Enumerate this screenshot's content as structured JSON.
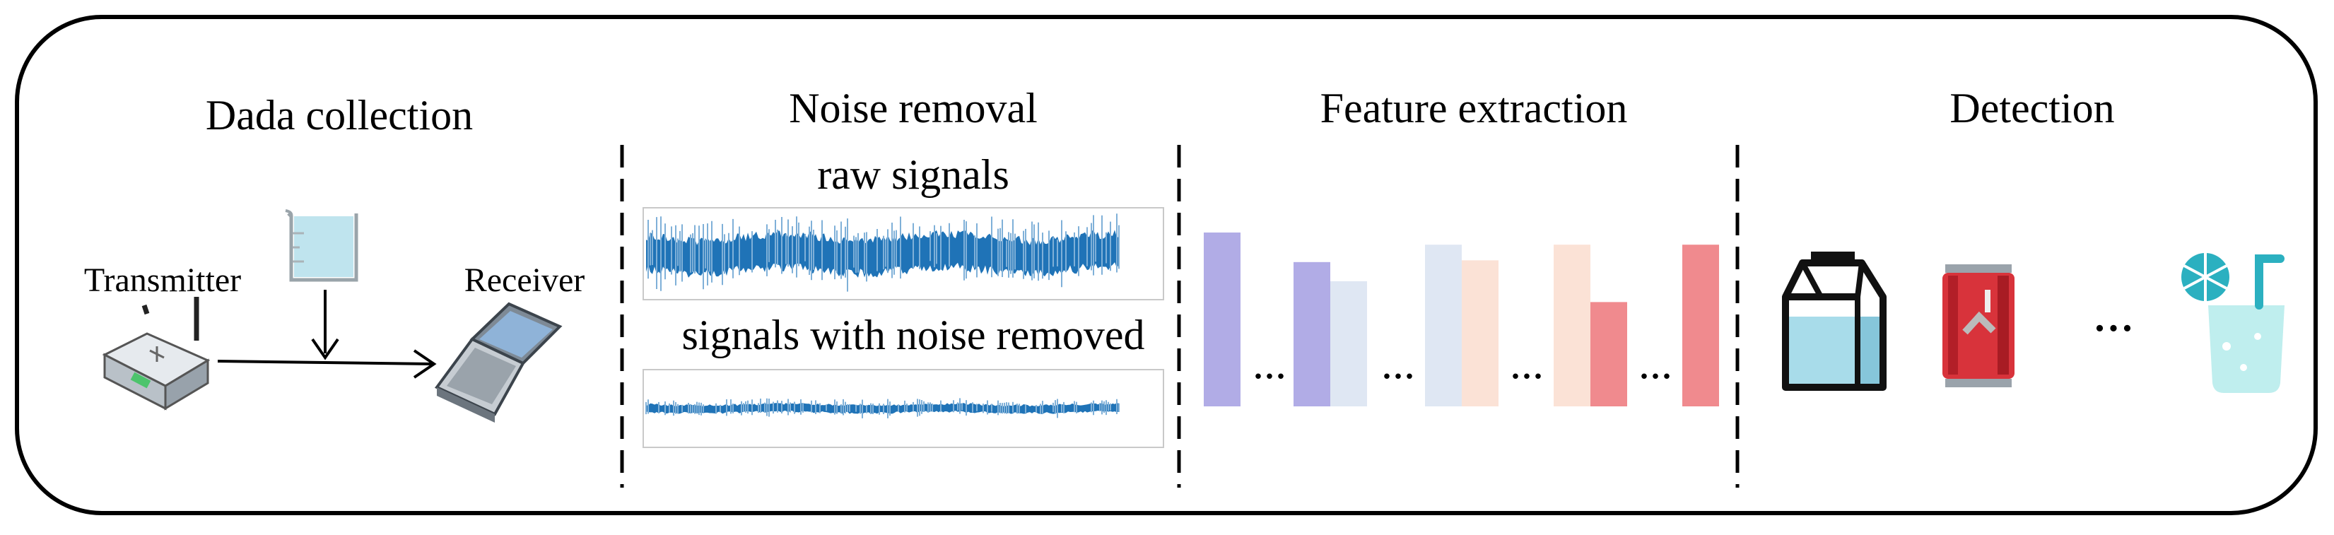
{
  "sections": {
    "collection": {
      "title": "Dada collection",
      "transmitter_label": "Transmitter",
      "receiver_label": "Receiver"
    },
    "noise": {
      "title": "Noise removal",
      "raw_label": "raw signals",
      "clean_label": "signals with noise removed"
    },
    "feature": {
      "title": "Feature extraction",
      "ellipsis": "..."
    },
    "detection": {
      "title": "Detection",
      "ellipsis": "..."
    }
  },
  "icons": [
    "beaker-icon",
    "router-icon",
    "laptop-icon",
    "milk-carton-icon",
    "soda-can-icon",
    "juice-glass-icon"
  ],
  "feature_bars": [
    {
      "group": 1,
      "value": 1.0,
      "color": "#b1ace6"
    },
    {
      "group": 2,
      "value": 0.83,
      "color": "#b1ace6"
    },
    {
      "group": 2,
      "value": 0.72,
      "color": "#dfe7f3"
    },
    {
      "group": 3,
      "value": 0.93,
      "color": "#dfe7f3"
    },
    {
      "group": 3,
      "value": 0.84,
      "color": "#fbe2d6"
    },
    {
      "group": 4,
      "value": 0.93,
      "color": "#fbe2d6"
    },
    {
      "group": 4,
      "value": 0.6,
      "color": "#f08a8e"
    },
    {
      "group": 5,
      "value": 0.93,
      "color": "#f08a8e"
    }
  ],
  "colors": {
    "signal": "#1f73b7",
    "signal_light": "#7fb0d8",
    "water": "#bfe4ee",
    "can_red": "#d8333b",
    "glass": "#bfeeee"
  }
}
